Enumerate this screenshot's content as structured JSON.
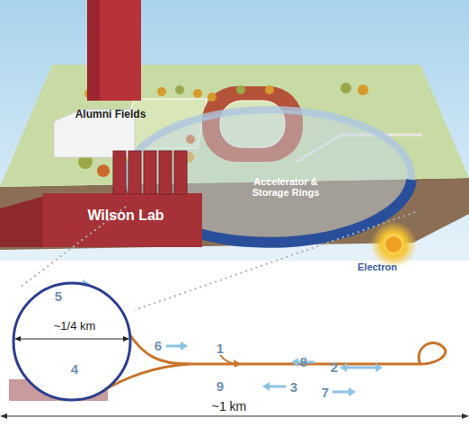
{
  "diagram": {
    "nodes": [
      {
        "text": [
          "Wilson Lab"
        ]
      },
      {
        "text": [
          "5",
          "~1/4 km",
          "4"
        ]
      }
    ],
    "labels": [
      "Alumni Fields",
      "Accelerator & Storage Rings",
      "Electron",
      "6",
      "1",
      "8",
      "2",
      "9",
      "3",
      "7",
      "~1 km"
    ]
  }
}
